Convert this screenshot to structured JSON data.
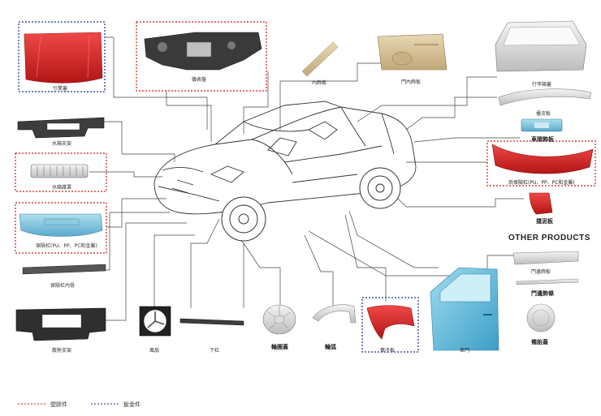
{
  "colors": {
    "plastic_box": "#d01a1a",
    "metal_box": "#1c2a9c",
    "leader": "#444444"
  },
  "parts": {
    "hood": "引擎蓋",
    "dashboard": "儀表盤",
    "trim_panel": "內飾板",
    "door_trim": "門內飾板",
    "tailgate": "行李箱蓋",
    "spoiler": "擾流板",
    "plate_trim": "車牌飾板",
    "rear_bumper": "后保險杠(PU、PP、PC和金屬)",
    "mudflap": "擋泥板",
    "radiator_support": "水箱支架",
    "grille": "水箱護罩",
    "front_bumper": "保險杠(PU、PP、PC和金屬)",
    "bumper_inner": "保險杠內骨",
    "radiator_frame": "散熱支架",
    "fan": "風扇",
    "lower_beam": "下杠",
    "wheel_cover": "輪圈蓋",
    "wheel_arch": "輪弧",
    "fender": "葉子板",
    "door": "車門",
    "door_sill_panel": "門邊飾板",
    "door_sill_strip": "門邊飾條",
    "fuel_cap": "備胎蓋"
  },
  "other_products_title": "OTHER PRODUCTS",
  "legend": {
    "plastic": "塑膠件",
    "metal": "鈑金件"
  }
}
